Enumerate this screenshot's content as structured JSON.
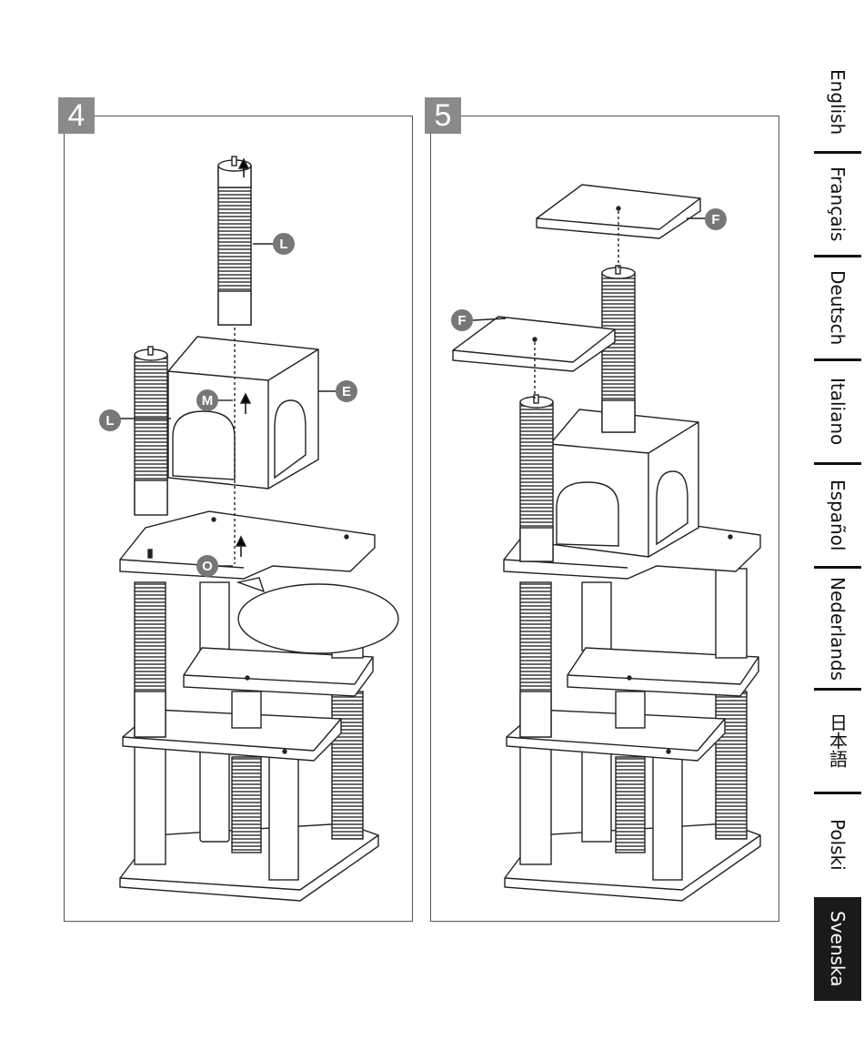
{
  "steps": {
    "step4": {
      "number": "4",
      "labels": {
        "L_top": "L",
        "L_side": "L",
        "E": "E",
        "M": "M",
        "O": "O"
      }
    },
    "step5": {
      "number": "5",
      "labels": {
        "F_top": "F",
        "F_left": "F"
      }
    }
  },
  "language_tabs": [
    {
      "label": "English",
      "active": false
    },
    {
      "label": "Français",
      "active": false
    },
    {
      "label": "Deutsch",
      "active": false
    },
    {
      "label": "Italiano",
      "active": false
    },
    {
      "label": "Español",
      "active": false
    },
    {
      "label": "Nederlands",
      "active": false
    },
    {
      "label": "日本語",
      "active": false
    },
    {
      "label": "Polski",
      "active": false
    },
    {
      "label": "Svenska",
      "active": true
    }
  ],
  "colors": {
    "badge": "#8a8a8a",
    "active_tab": "#1a1a1a",
    "rope": "#444444",
    "callout_circle": "#777777"
  }
}
